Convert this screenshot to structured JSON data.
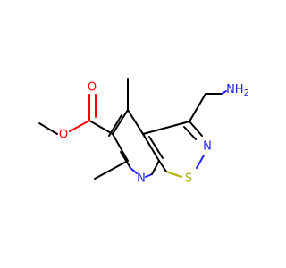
{
  "molecule": {
    "atoms": {
      "amine": {
        "text": "NH",
        "subscript": "2",
        "color": "#2020ff"
      },
      "ring_n_isothiazole": {
        "text": "N",
        "color": "#2020ff"
      },
      "ring_s": {
        "text": "S",
        "color": "#b3b300"
      },
      "ring_n_pyridine": {
        "text": "N",
        "color": "#2020ff"
      },
      "carbonyl_o": {
        "text": "O",
        "color": "#ff0000"
      },
      "ester_o": {
        "text": "O",
        "color": "#ff0000"
      }
    },
    "bond_color": "#000000"
  }
}
